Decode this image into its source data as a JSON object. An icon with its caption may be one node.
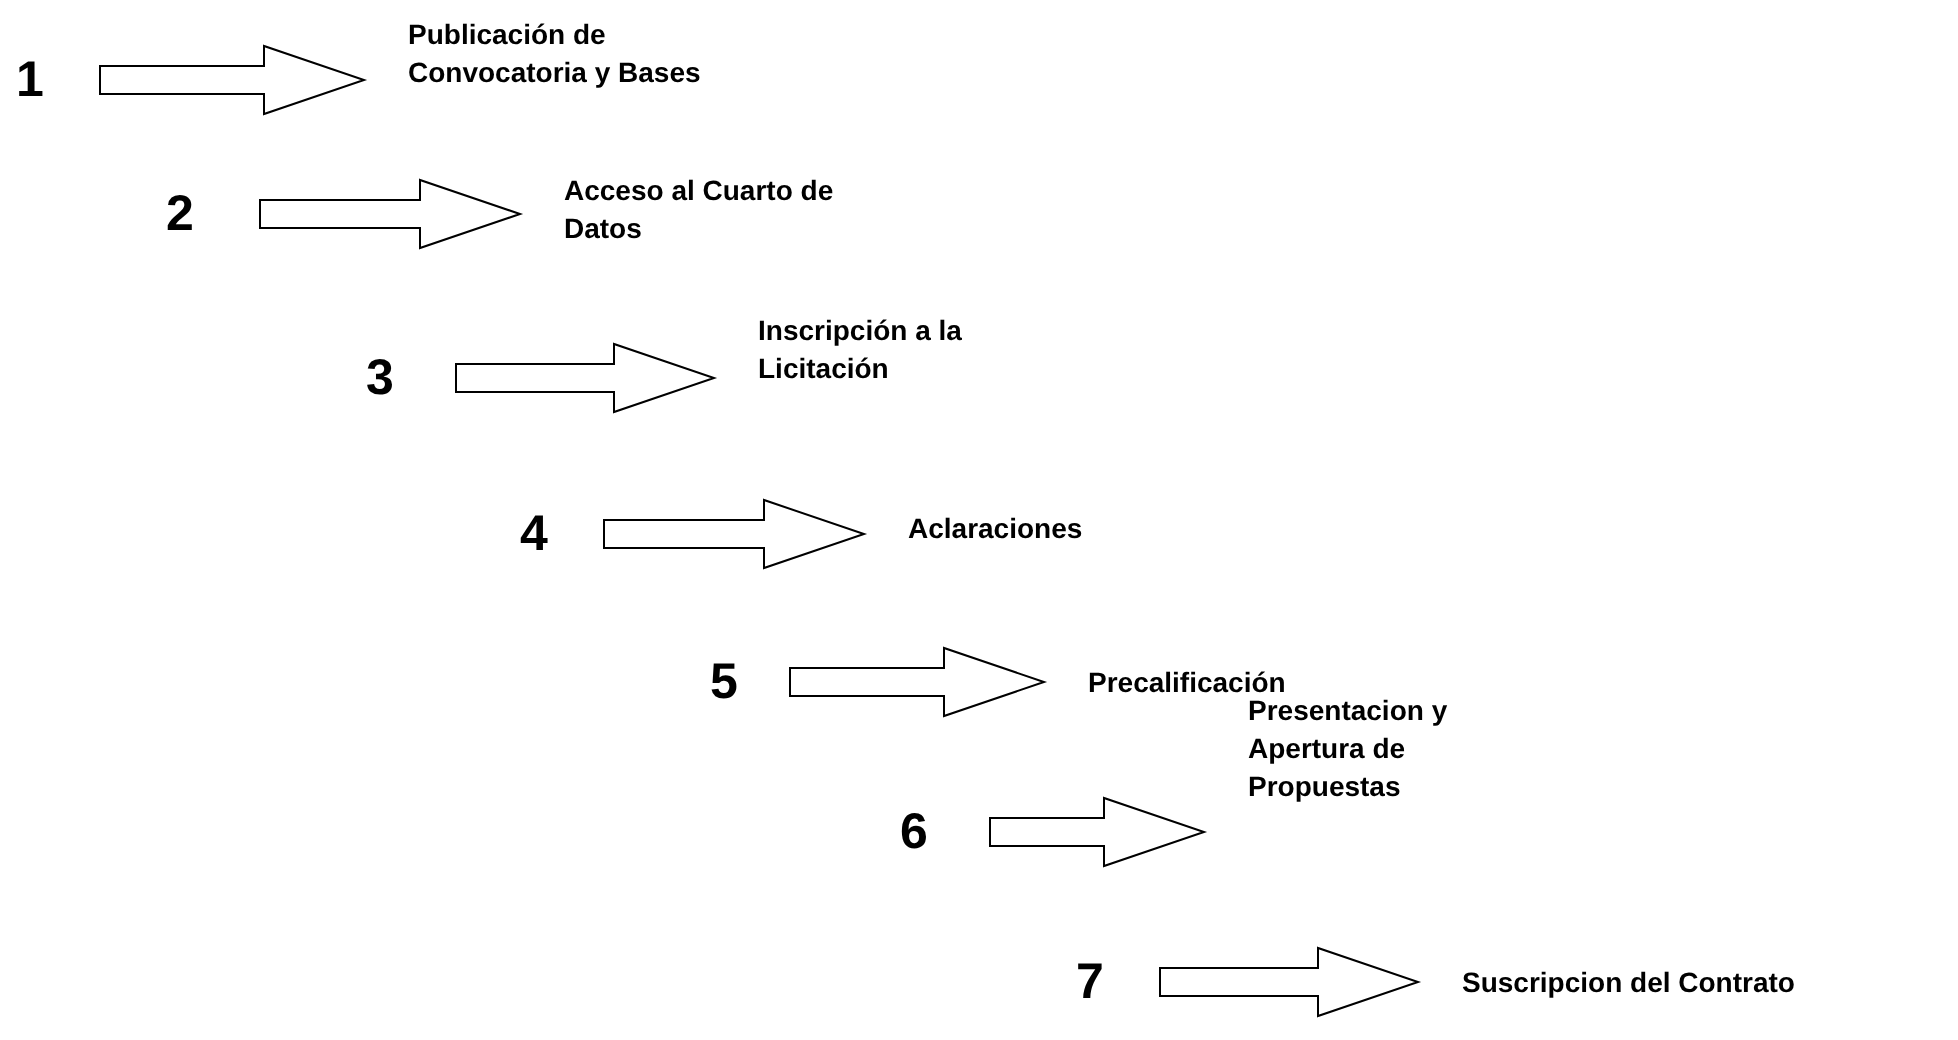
{
  "diagram": {
    "nodes": [
      {
        "text": [
          "1"
        ]
      },
      {
        "text": [
          "Publicación de Convocatoria y Bases"
        ]
      },
      {
        "text": [
          "2"
        ]
      },
      {
        "text": [
          "Acceso al Cuarto de Datos"
        ]
      },
      {
        "text": [
          "3"
        ]
      },
      {
        "text": [
          "Inscripción a la Licitación"
        ]
      },
      {
        "text": [
          "4"
        ]
      },
      {
        "text": [
          "Aclaraciones"
        ]
      },
      {
        "text": [
          "5"
        ]
      },
      {
        "text": [
          "Precalificación"
        ]
      },
      {
        "text": [
          "6"
        ]
      },
      {
        "text": [
          "Presentacion y Apertura de Propuestas"
        ]
      },
      {
        "text": [
          "7"
        ]
      },
      {
        "text": [
          "Suscripcion del Contrato"
        ]
      }
    ],
    "edges": [
      {
        "from": 0,
        "to": 1,
        "arrow": "to"
      },
      {
        "from": 2,
        "to": 3,
        "arrow": "to"
      },
      {
        "from": 4,
        "to": 5,
        "arrow": "to"
      },
      {
        "from": 6,
        "to": 7,
        "arrow": "to"
      },
      {
        "from": 8,
        "to": 9,
        "arrow": "to"
      },
      {
        "from": 10,
        "to": 11,
        "arrow": "to"
      },
      {
        "from": 12,
        "to": 13,
        "arrow": "to"
      }
    ]
  }
}
